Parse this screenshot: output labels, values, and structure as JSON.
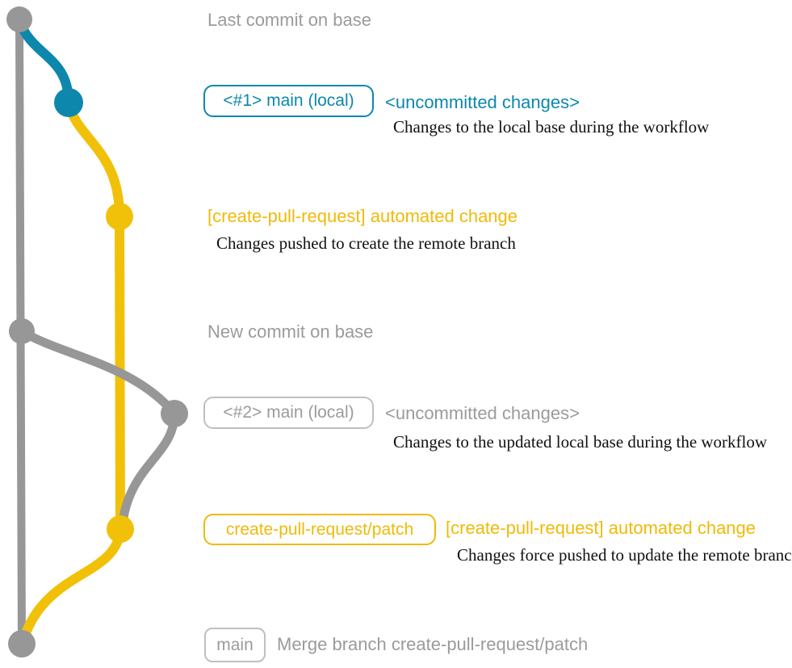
{
  "colors": {
    "gray": "#979797",
    "gray_text": "#9b9b9b",
    "blue": "#0e87ad",
    "yellow": "#f1c109",
    "yellow_text": "#f0ba08",
    "note_text": "#111111",
    "badge_border_gray": "#bfbfbf",
    "background": "#ffffff"
  },
  "graph": {
    "nodes": [
      "commit-dot-last-base",
      "commit-dot-uncommitted-1",
      "commit-dot-automated-change-1",
      "commit-dot-new-base",
      "commit-dot-uncommitted-2",
      "commit-dot-automated-change-2",
      "commit-dot-merge"
    ]
  },
  "rows": [
    {
      "message": "Last commit on base"
    },
    {
      "badge": "<#1> main (local)",
      "label": "<uncommitted changes>",
      "note": "Changes to the local base during the workflow"
    },
    {
      "label": "[create-pull-request] automated change",
      "note": "Changes pushed to create the remote branch"
    },
    {
      "message": "New commit on base"
    },
    {
      "badge": "<#2> main (local)",
      "label": "<uncommitted changes>",
      "note": "Changes to the updated local base during the workflow"
    },
    {
      "badge": "create-pull-request/patch",
      "label": "[create-pull-request] automated change",
      "note": "Changes force pushed to update the remote branch"
    },
    {
      "badge": "main",
      "message": "Merge branch create-pull-request/patch"
    }
  ]
}
